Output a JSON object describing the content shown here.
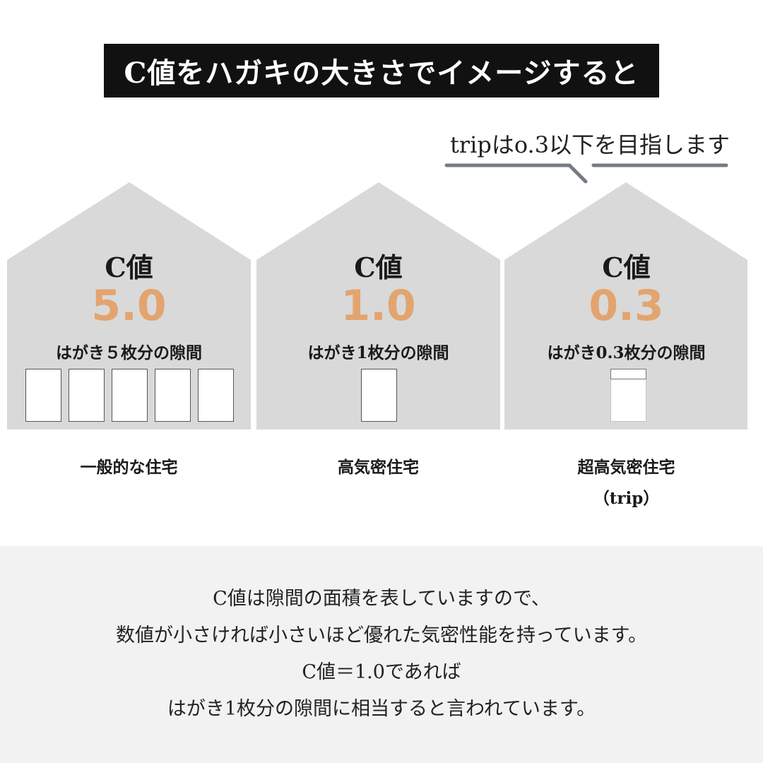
{
  "title": "C値をハガキの大きさでイメージすると",
  "callout": "tripはo.3以下を目指します",
  "colors": {
    "house": "#d9d9d9",
    "value": "#e3a46f",
    "callout_line": "#737b84",
    "bottom_panel": "#f2f2f2"
  },
  "houses": [
    {
      "label": "C値",
      "value": "5.0",
      "gap_text": "はがき５枚分の隙間",
      "postcards": 5,
      "caption": "一般的な住宅",
      "caption2": ""
    },
    {
      "label": "C値",
      "value": "1.0",
      "gap_text": "はがき1枚分の隙間",
      "postcards": 1,
      "caption": "高気密住宅",
      "caption2": ""
    },
    {
      "label": "C値",
      "value": "0.3",
      "gap_text": "はがき0.3枚分の隙間",
      "postcards": 0.3,
      "caption": "超高気密住宅",
      "caption2": "（trip）"
    }
  ],
  "explanation": [
    "C値は隙間の面積を表していますので、",
    "数値が小さければ小さいほど優れた気密性能を持っています。",
    "C値＝1.0であれば",
    "はがき1枚分の隙間に相当すると言われています。"
  ]
}
